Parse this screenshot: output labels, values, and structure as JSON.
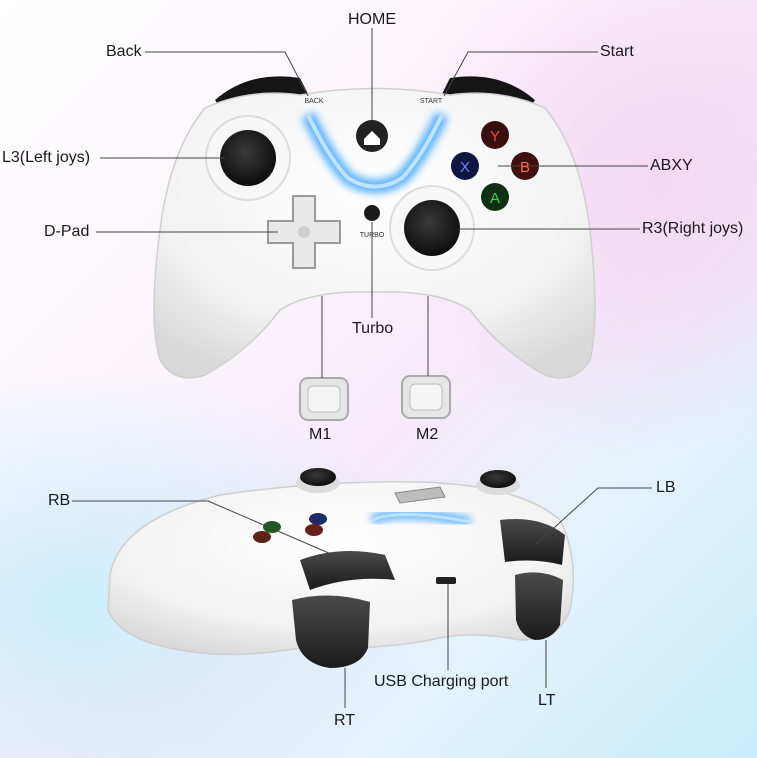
{
  "labels": {
    "home": "HOME",
    "back": "Back",
    "start": "Start",
    "l3": "L3(Left joys)",
    "abxy": "ABXY",
    "dpad": "D-Pad",
    "r3": "R3(Right joys)",
    "turbo": "Turbo",
    "m1": "M1",
    "m2": "M2",
    "rb": "RB",
    "lb": "LB",
    "usb": "USB Charging port",
    "lt": "LT",
    "rt": "RT"
  },
  "controller_markings": {
    "back": "BACK",
    "start": "START",
    "turbo": "TURBO",
    "button_y": "Y",
    "button_x": "X",
    "button_b": "B",
    "button_a": "A"
  },
  "colors": {
    "button_y": "#c0392b",
    "button_x": "#2f3fa0",
    "button_b": "#d9482b",
    "button_a": "#22a33a",
    "led_glow": "#3fa6ff"
  }
}
